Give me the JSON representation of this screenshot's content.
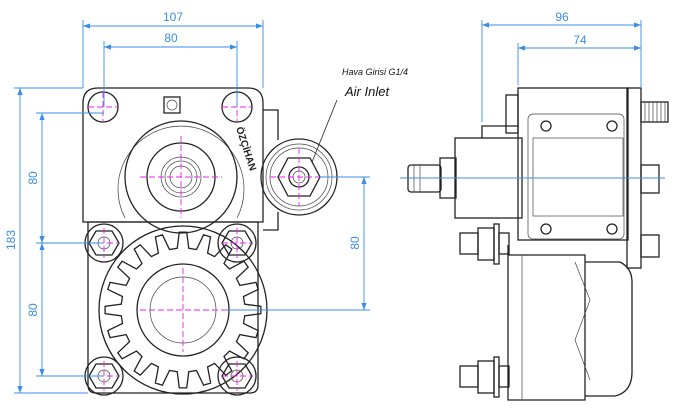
{
  "front_view": {
    "dimensions": {
      "overall_width": "107",
      "bolt_spacing_horizontal": "80",
      "overall_height": "183",
      "bolt_spacing_upper": "80",
      "bolt_spacing_lower": "80",
      "inlet_to_shaft": "80"
    },
    "annotations": {
      "air_inlet_tr": "Hava Girisi G1/4",
      "air_inlet_en": "Air Inlet"
    },
    "brand_marking": "ÖZÇİHAN"
  },
  "side_view": {
    "dimensions": {
      "overall_depth": "96",
      "flange_depth": "74"
    }
  },
  "colors": {
    "dimension": "#3b8ee8",
    "centerline": "#ee22ee",
    "outline": "#222222"
  }
}
